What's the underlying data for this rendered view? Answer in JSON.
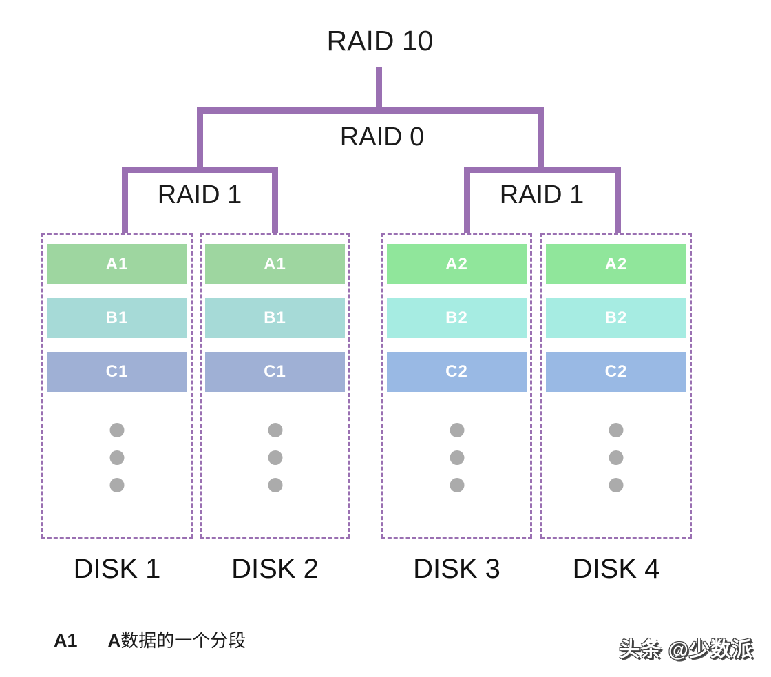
{
  "diagram": {
    "title": "RAID 10",
    "raid0_label": "RAID 0",
    "raid1_left_label": "RAID 1",
    "raid1_right_label": "RAID 1",
    "disks": [
      {
        "name": "DISK 1",
        "blocks": [
          {
            "label": "A1",
            "color": "#9ed6a0"
          },
          {
            "label": "B1",
            "color": "#a6dad7"
          },
          {
            "label": "C1",
            "color": "#9fb0d5"
          }
        ]
      },
      {
        "name": "DISK 2",
        "blocks": [
          {
            "label": "A1",
            "color": "#9ed6a0"
          },
          {
            "label": "B1",
            "color": "#a6dad7"
          },
          {
            "label": "C1",
            "color": "#9fb0d5"
          }
        ]
      },
      {
        "name": "DISK 3",
        "blocks": [
          {
            "label": "A2",
            "color": "#90e69b"
          },
          {
            "label": "B2",
            "color": "#a6ece2"
          },
          {
            "label": "C2",
            "color": "#99b9e4"
          }
        ]
      },
      {
        "name": "DISK 4",
        "blocks": [
          {
            "label": "A2",
            "color": "#90e69b"
          },
          {
            "label": "B2",
            "color": "#a6ece2"
          },
          {
            "label": "C2",
            "color": "#99b9e4"
          }
        ]
      }
    ],
    "colors": {
      "tree_line": "#9a70b2",
      "dashed_border": "#9a70b2",
      "ellipsis_dot": "#ababab",
      "block_text": "#ffffff",
      "label_text": "#1b1b1b"
    }
  },
  "legend": {
    "key": "A1",
    "description_bold_prefix": "A",
    "description_rest": "数据的一个分段",
    "description_full": "A数据的一个分段"
  },
  "watermark": {
    "text": "头条 @少数派"
  }
}
